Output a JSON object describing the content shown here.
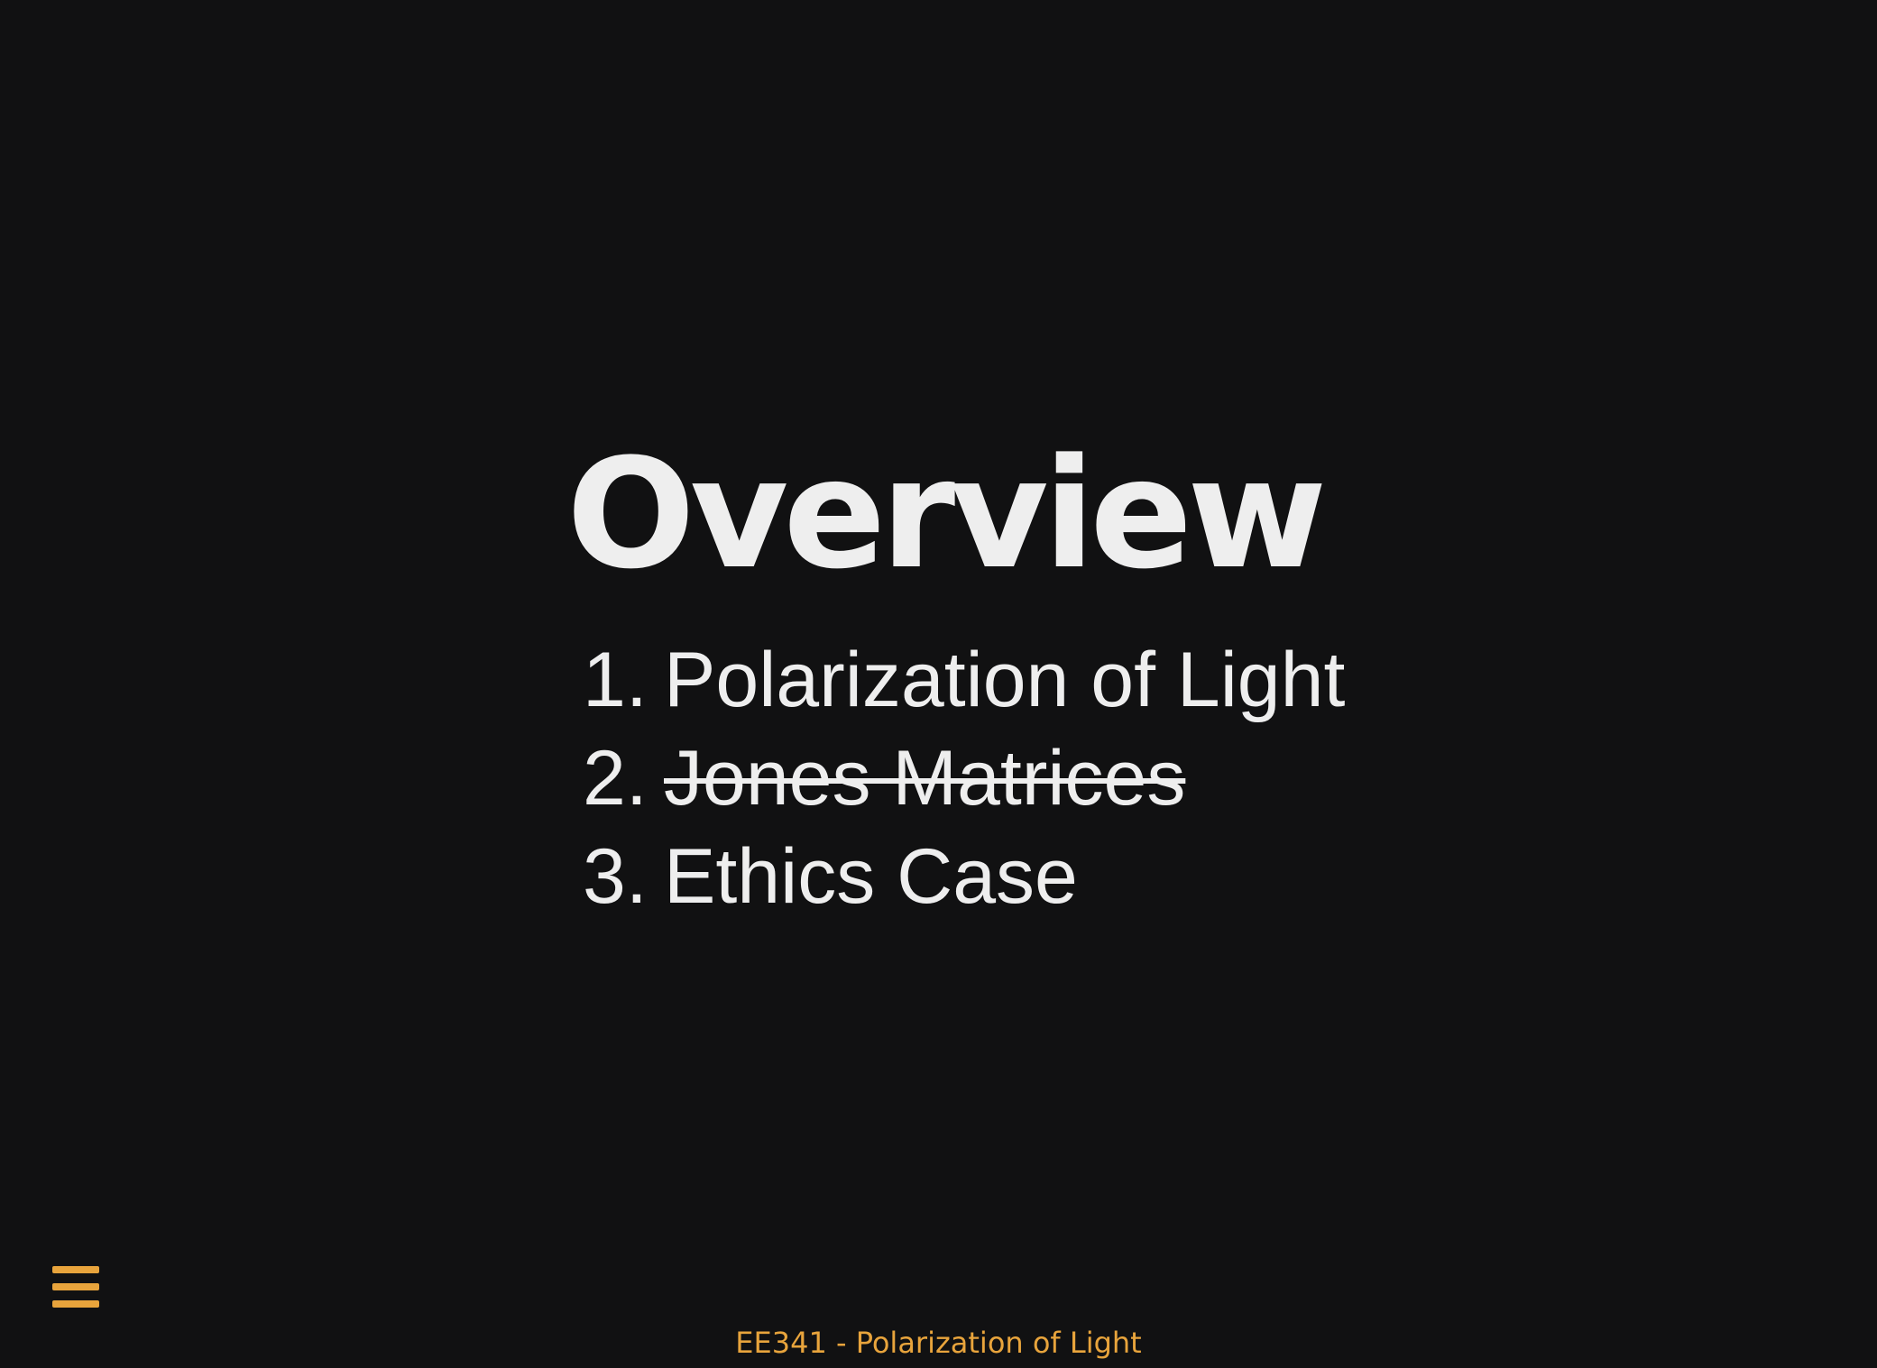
{
  "slide": {
    "title": "Overview",
    "agenda": [
      {
        "number": "1.",
        "label": "Polarization of Light",
        "struck": false
      },
      {
        "number": "2.",
        "label": "Jones Matrices",
        "struck": true
      },
      {
        "number": "3.",
        "label": "Ethics Case",
        "struck": false
      }
    ]
  },
  "menu": {
    "icon": "hamburger-menu-icon"
  },
  "footer": {
    "text": "EE341 - Polarization of Light"
  },
  "colors": {
    "background": "#111112",
    "text": "#eeeeee",
    "accent": "#e8a43c"
  }
}
